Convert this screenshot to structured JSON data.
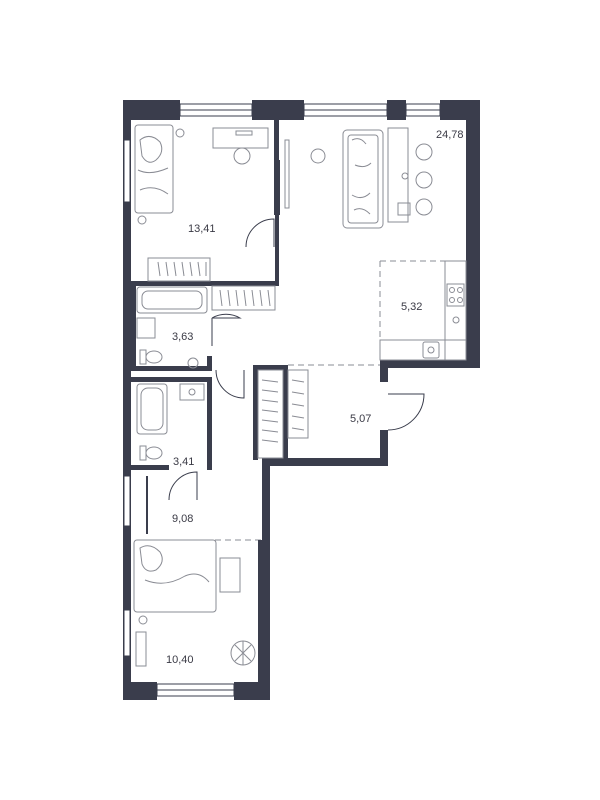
{
  "colors": {
    "wall": "#3a3d4c",
    "window": "#ffffff",
    "fixture_stroke": "#8a8c94",
    "zone_dash": "#8a8c94",
    "text": "#3a3a45",
    "background": "#ffffff"
  },
  "rooms": {
    "bedroom_top_area": "13,41",
    "living_kitchen_area": "24,78",
    "kitchen_zone_area": "5,32",
    "bathroom_top_area": "3,63",
    "bathroom_bottom_area": "3,41",
    "hall_area": "5,07",
    "corridor_area": "9,08",
    "bedroom_bottom_area": "10,40"
  },
  "icons": [
    "bed-icon",
    "sofa-icon",
    "dining-table-icon",
    "bathtub-icon",
    "toilet-icon",
    "sink-icon",
    "stove-icon",
    "wardrobe-icon",
    "plant-icon",
    "desk-chair-icon",
    "lamp-icon",
    "door-swing-icon",
    "window-icon"
  ]
}
